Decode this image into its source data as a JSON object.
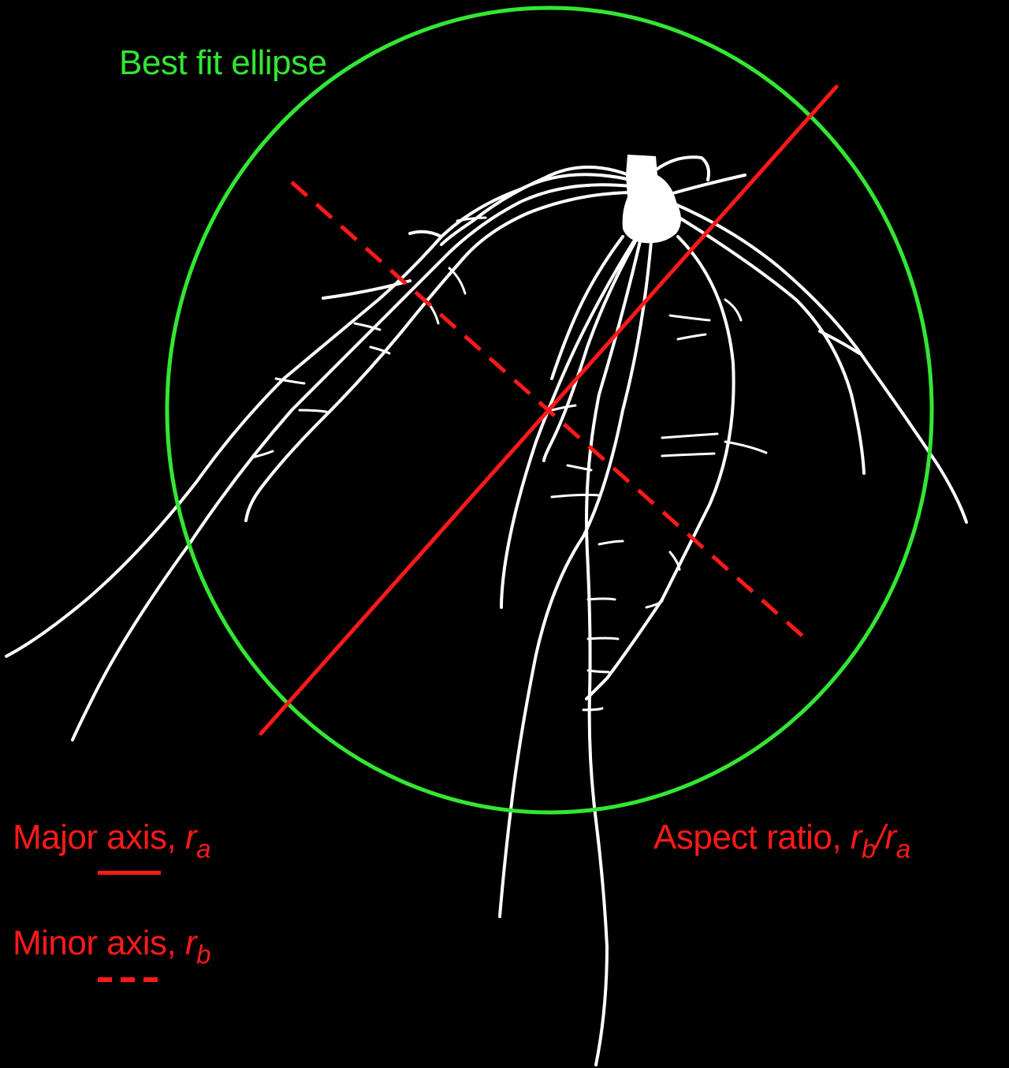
{
  "labels": {
    "ellipse": "Best fit ellipse",
    "major": {
      "text": "Major axis, ",
      "var": "r",
      "sub": "a"
    },
    "minor": {
      "text": "Minor axis, ",
      "var": "r",
      "sub": "b"
    },
    "aspect": {
      "text": "Aspect ratio, ",
      "num_var": "r",
      "num_sub": "b",
      "slash": "/",
      "den_var": "r",
      "den_sub": "a"
    }
  },
  "colors": {
    "background": "#000000",
    "ellipse": "#33e633",
    "axes": "#ff1a1a",
    "root": "#ffffff"
  },
  "legend": {
    "major_style": "solid",
    "minor_style": "dashed"
  }
}
